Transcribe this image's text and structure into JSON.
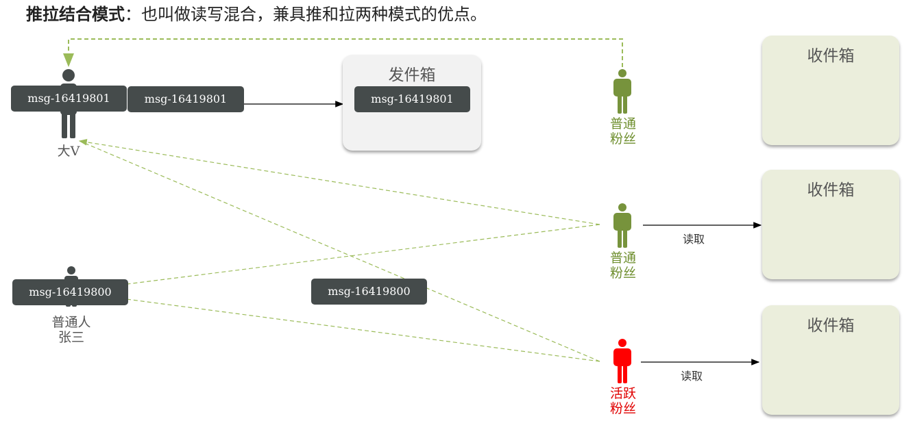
{
  "title": {
    "bold": "推拉结合模式",
    "rest": "：也叫做读写混合，兼具推和拉两种模式的优点。"
  },
  "outbox": {
    "title": "发件箱",
    "message": "msg-16419801"
  },
  "inboxes": [
    {
      "title": "收件箱"
    },
    {
      "title": "收件箱"
    },
    {
      "title": "收件箱"
    }
  ],
  "publishers": {
    "bigv": {
      "label": "大V",
      "message": "msg-16419801",
      "pushed_message": "msg-16419801"
    },
    "zhangsan": {
      "label_line1": "普通人",
      "label_line2": "张三",
      "message": "msg-16419800",
      "pushed_message": "msg-16419800"
    }
  },
  "fans": [
    {
      "label_line1": "普通",
      "label_line2": "粉丝",
      "color": "#6f8f2f"
    },
    {
      "label_line1": "普通",
      "label_line2": "粉丝",
      "color": "#6f8f2f",
      "read_label": "读取"
    },
    {
      "label_line1": "活跃",
      "label_line2": "粉丝",
      "color": "#e00000",
      "read_label": "读取"
    }
  ],
  "colors": {
    "figure_gray": "#454b4b",
    "dashed_green": "#9bbb59",
    "msg_bg": "#454b4b"
  }
}
